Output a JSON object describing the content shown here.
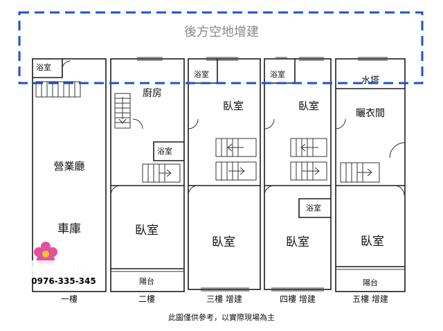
{
  "backyard": {
    "label": "後方空地增建",
    "border_color": "#1f4fd1",
    "text_color": "#8a8a8a"
  },
  "floors": [
    {
      "caption": "一樓",
      "rooms": {
        "bath": "浴室",
        "hall": "營業廳",
        "garage": "車庫"
      }
    },
    {
      "caption": "二樓",
      "rooms": {
        "kitchen": "廚房",
        "bath": "浴室",
        "bedroom": "臥室",
        "balcony": "陽台"
      }
    },
    {
      "caption": "三樓 增建",
      "rooms": {
        "bath": "浴室",
        "bedroom1": "臥室",
        "bedroom2": "臥室"
      }
    },
    {
      "caption": "四樓 增建",
      "rooms": {
        "bath1": "浴室",
        "bedroom1": "臥室",
        "bath2": "浴室",
        "bedroom2": "臥室"
      }
    },
    {
      "caption": "五樓 增建",
      "rooms": {
        "tank": "水塔",
        "laundry": "曬衣間",
        "bedroom": "臥室",
        "balcony": "陽台"
      }
    }
  ],
  "logo": {
    "text": "台中買房小陳",
    "phone": "0976-335-345",
    "flower_color": "#e0529c",
    "center_color": "#f4c430"
  },
  "footnote": "此圖僅供參考，以實際現場為主"
}
